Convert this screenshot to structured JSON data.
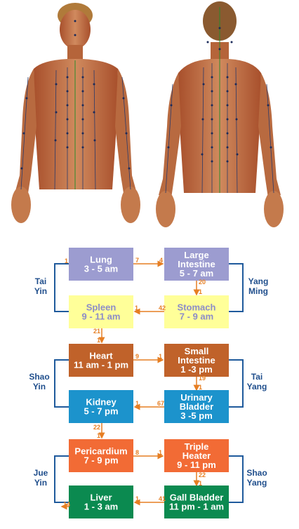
{
  "colors": {
    "lavender": "#9c9cd0",
    "yellow": "#ffff99",
    "brown": "#c0622a",
    "blue": "#1c93cc",
    "orange": "#f26b35",
    "green": "#0b8a50",
    "arrow": "#e67e22",
    "bracket": "#1f5a9c"
  },
  "illustration": {
    "front_label": "",
    "back_label": ""
  },
  "organs": [
    {
      "id": "lung",
      "lines": [
        "Lung",
        "3 - 5 am"
      ],
      "fill": "lavender",
      "text": "#ffffff"
    },
    {
      "id": "large-intestine",
      "lines": [
        "Large",
        "Intestine",
        "5 - 7 am"
      ],
      "fill": "lavender",
      "text": "#ffffff"
    },
    {
      "id": "spleen",
      "lines": [
        "Spleen",
        "9 - 11 am"
      ],
      "fill": "yellow",
      "text": "#8c8cc8"
    },
    {
      "id": "stomach",
      "lines": [
        "Stomach",
        "7 - 9 am"
      ],
      "fill": "yellow",
      "text": "#8c8cc8"
    },
    {
      "id": "heart",
      "lines": [
        "Heart",
        "11 am - 1 pm"
      ],
      "fill": "brown",
      "text": "#ffffff"
    },
    {
      "id": "small-intestine",
      "lines": [
        "Small",
        "Intestine",
        "1 -3 pm"
      ],
      "fill": "brown",
      "text": "#ffffff"
    },
    {
      "id": "kidney",
      "lines": [
        "Kidney",
        "5 - 7 pm"
      ],
      "fill": "blue",
      "text": "#ffffff"
    },
    {
      "id": "urinary-bladder",
      "lines": [
        "Urinary",
        "Bladder",
        "3 -5 pm"
      ],
      "fill": "blue",
      "text": "#ffffff"
    },
    {
      "id": "pericardium",
      "lines": [
        "Pericardium",
        "7 - 9 pm"
      ],
      "fill": "orange",
      "text": "#ffffff"
    },
    {
      "id": "triple-heater",
      "lines": [
        "Triple",
        "Heater",
        "9 - 11 pm"
      ],
      "fill": "orange",
      "text": "#ffffff"
    },
    {
      "id": "liver",
      "lines": [
        "Liver",
        "1 - 3 am"
      ],
      "fill": "green",
      "text": "#ffffff"
    },
    {
      "id": "gall-bladder",
      "lines": [
        "Gall Bladder",
        "11 pm - 1 am"
      ],
      "fill": "green",
      "text": "#ffffff"
    }
  ],
  "pair_labels": [
    {
      "id": "tai-yin",
      "lines": [
        "Tai",
        "Yin"
      ]
    },
    {
      "id": "yang-ming",
      "lines": [
        "Yang",
        "Ming"
      ]
    },
    {
      "id": "shao-yin",
      "lines": [
        "Shao",
        "Yin"
      ]
    },
    {
      "id": "tai-yang",
      "lines": [
        "Tai",
        "Yang"
      ]
    },
    {
      "id": "jue-yin",
      "lines": [
        "Jue",
        "Yin"
      ]
    },
    {
      "id": "shao-yang",
      "lines": [
        "Shao",
        "Yang"
      ]
    }
  ],
  "point_numbers": [
    "1",
    "7",
    "4",
    "20",
    "1",
    "1",
    "42",
    "21",
    "1",
    "9",
    "1",
    "19",
    "1",
    "1",
    "67",
    "22",
    "1",
    "8",
    "1",
    "22",
    "1",
    "1",
    "41",
    "14"
  ]
}
